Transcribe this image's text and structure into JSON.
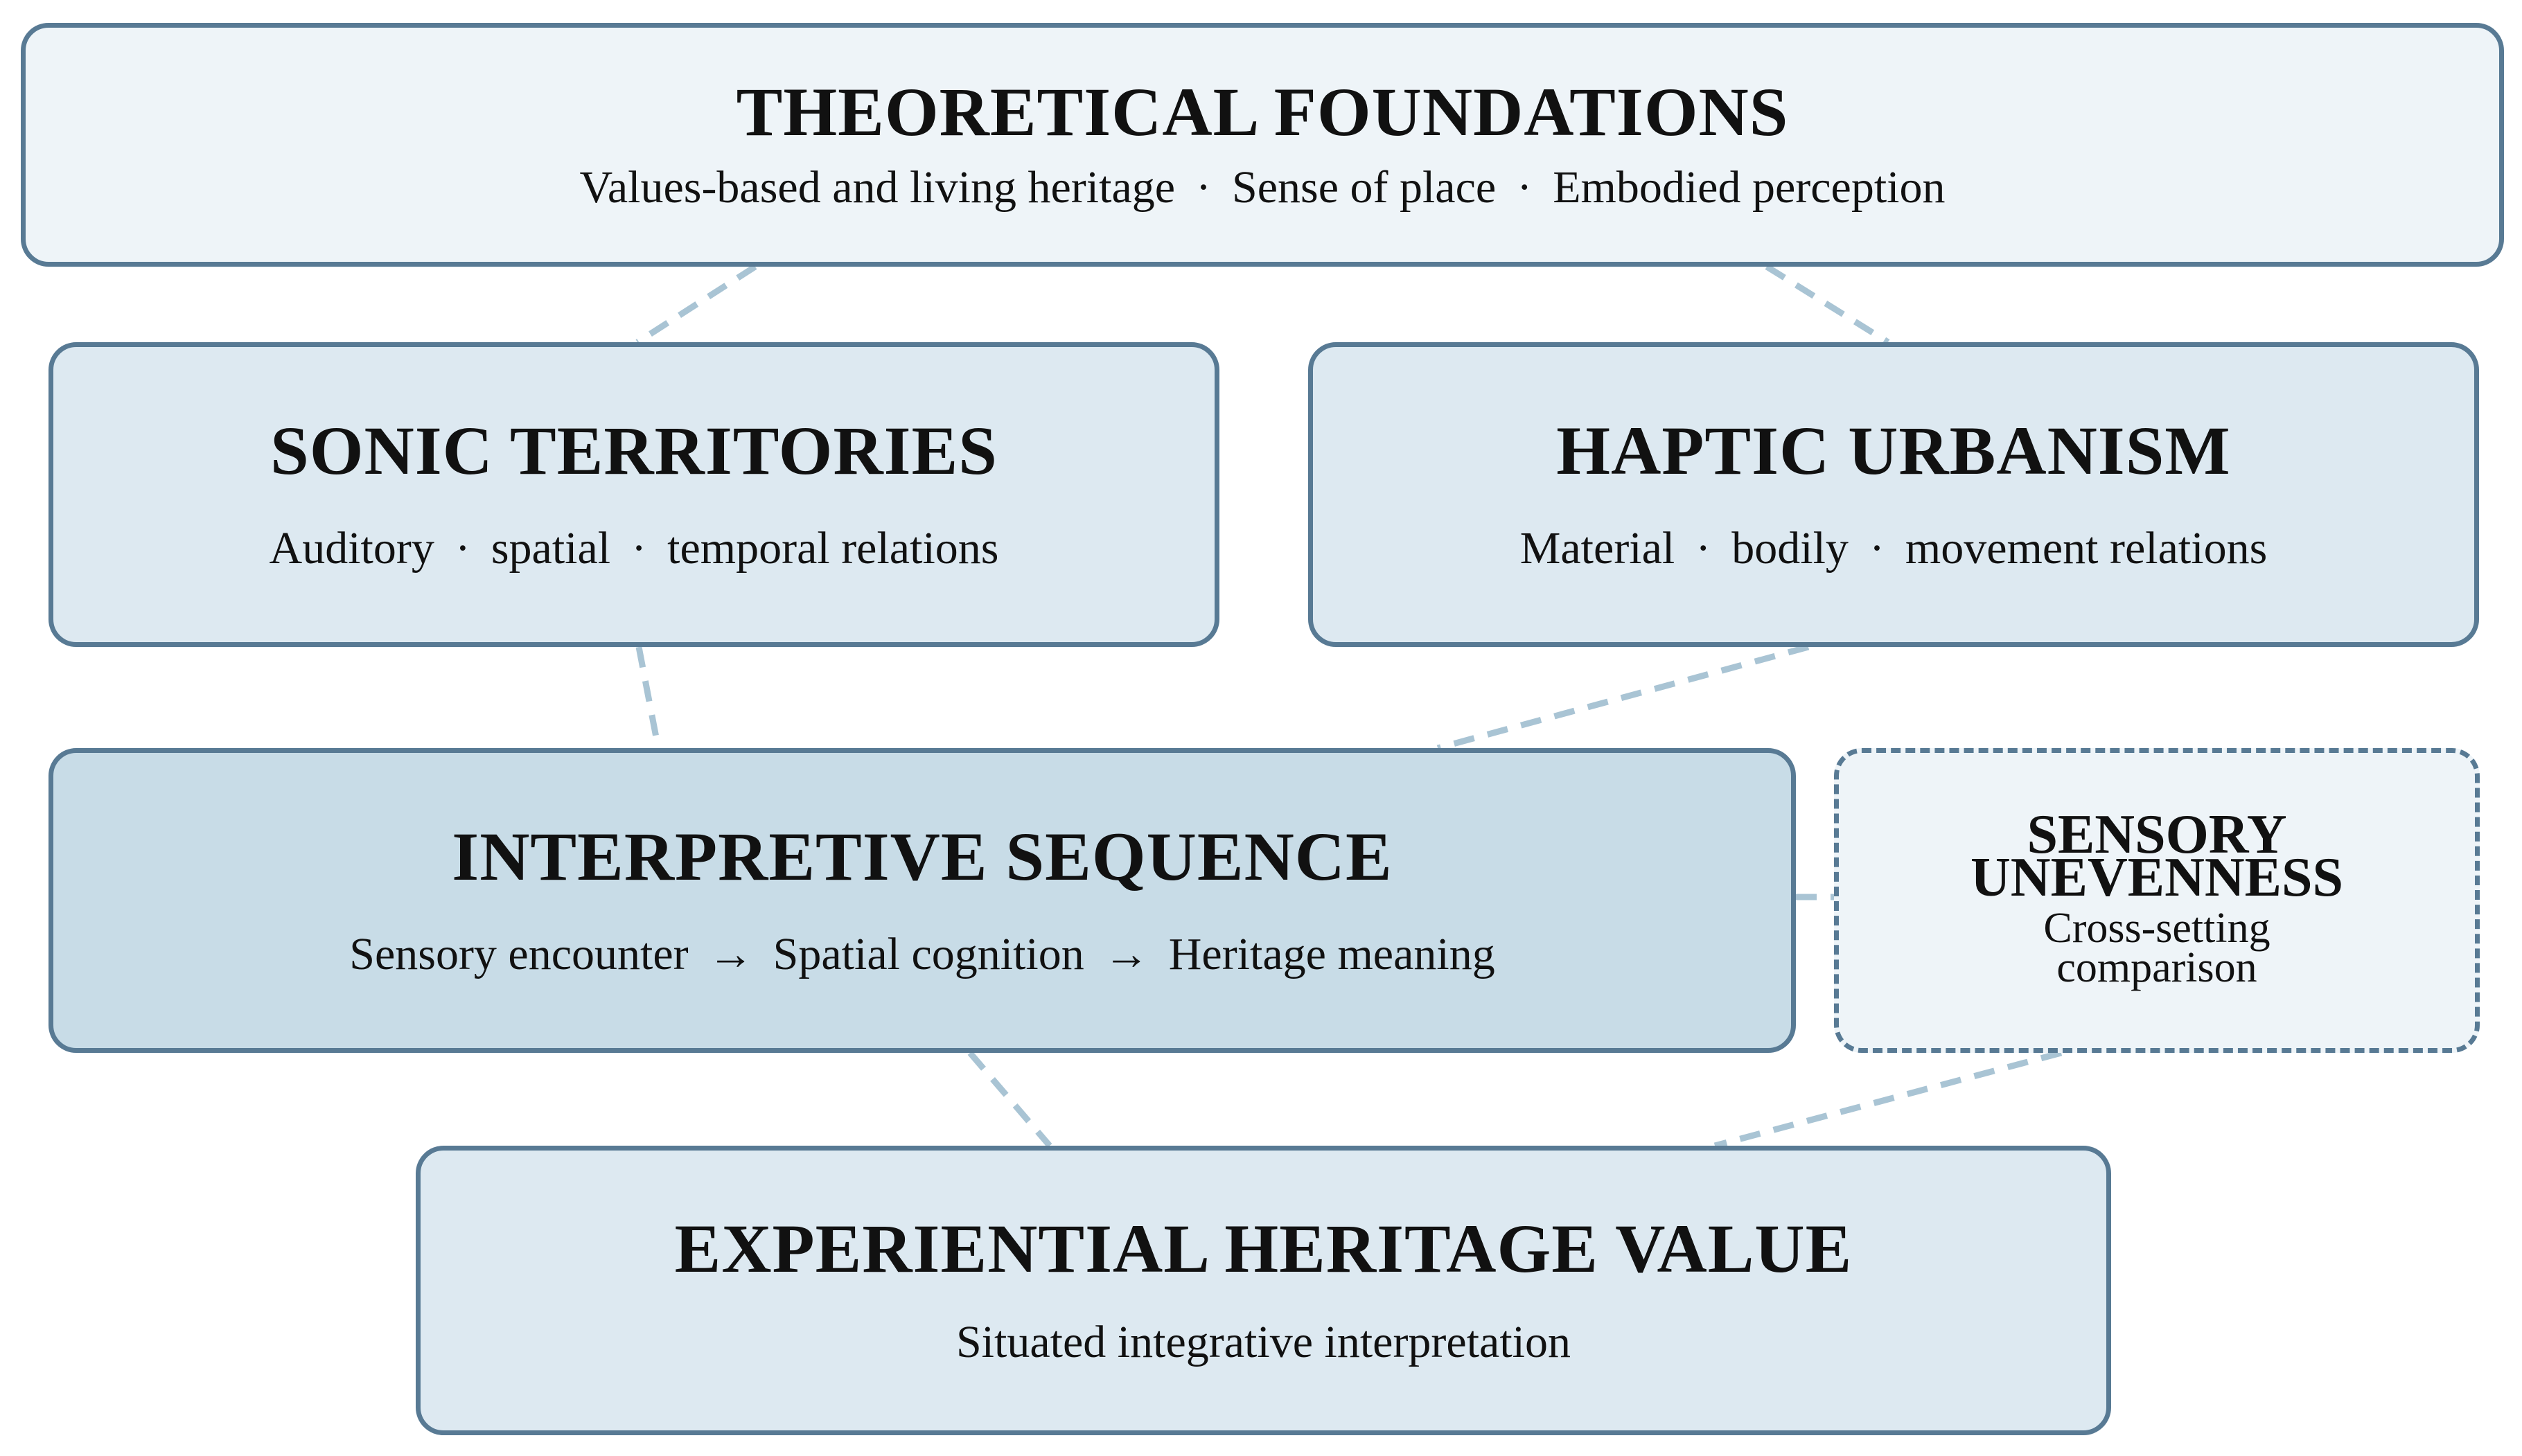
{
  "diagram": {
    "foundations": {
      "title": "THEORETICAL FOUNDATIONS",
      "items": [
        "Values-based and living heritage",
        "Sense of place",
        "Embodied perception"
      ]
    },
    "sonic": {
      "title": "SONIC TERRITORIES",
      "items": [
        "Auditory",
        "spatial",
        "temporal relations"
      ]
    },
    "haptic": {
      "title": "HAPTIC URBANISM",
      "items": [
        "Material",
        "bodily",
        "movement relations"
      ]
    },
    "sequence": {
      "title": "INTERPRETIVE SEQUENCE",
      "steps": [
        "Sensory encounter",
        "Spatial cognition",
        "Heritage meaning"
      ]
    },
    "unevenness": {
      "title_line1": "SENSORY",
      "title_line2": "UNEVENNESS",
      "subtitle_line1": "Cross-setting",
      "subtitle_line2": "comparison"
    },
    "experiential": {
      "title": "EXPERIENTIAL HERITAGE VALUE",
      "subtitle": "Situated integrative interpretation"
    },
    "separator": "·",
    "arrow": "→",
    "colors": {
      "border": "#587a94",
      "connector": "#a9c4d4",
      "fill_light": "#eef4f8",
      "fill_mid": "#dde9f1",
      "fill_dark": "#c8dce7"
    }
  }
}
